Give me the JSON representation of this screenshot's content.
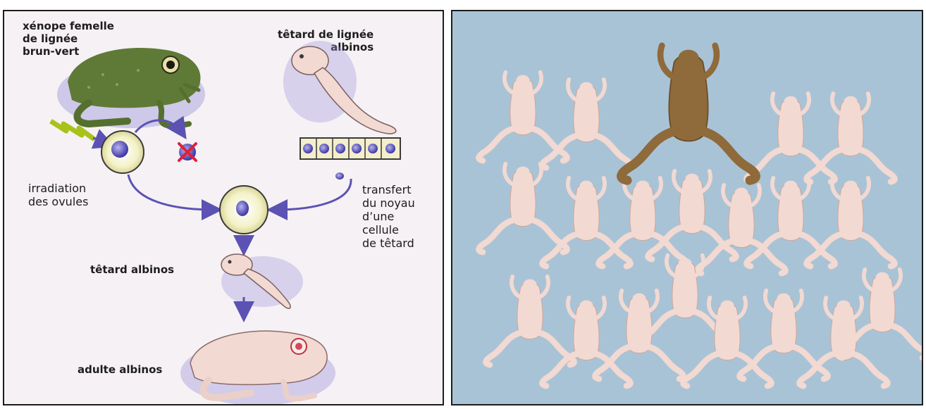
{
  "diagram": {
    "label_female": "xénope femelle\nde lignée\nbrun-vert",
    "label_tadpole_top": "têtard de lignée\nalbinos",
    "label_irradiation": "irradiation\ndes ovules",
    "label_transfer": "transfert\ndu noyau\nd’une\ncellule\nde têtard",
    "label_tadpole_mid": "têtard albinos",
    "label_adult": "adulte albinos"
  },
  "colors": {
    "arrow": "#5b52b4",
    "green_frog": "#5f7a36",
    "albino": "#f2d9d2",
    "photo_bg": "#a9c3d6",
    "brown_frog": "#8f6a3a"
  },
  "photo": {
    "description_icon": "frog-clones-photo"
  }
}
